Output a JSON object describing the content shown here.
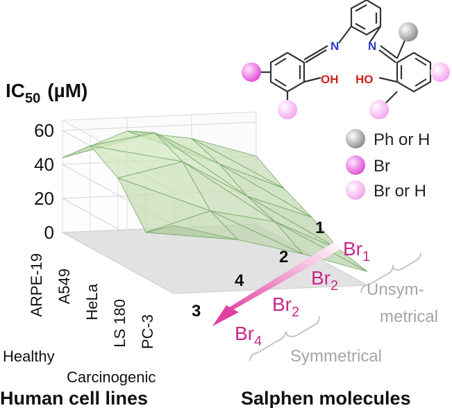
{
  "chart_data": {
    "type": "surface",
    "title": "IC50 (µM)",
    "title_main": "IC",
    "title_sub": "50",
    "title_unit": "(µM)",
    "z_ticks": [
      "0",
      "20",
      "40",
      "60"
    ],
    "zlim": [
      0,
      70
    ],
    "x_axis_label": "Human cell lines",
    "x_categories": [
      "ARPE-19",
      "A549",
      "HeLa",
      "LS 180",
      "PC-3"
    ],
    "x_groups": [
      {
        "label": "Healthy",
        "members": [
          "ARPE-19"
        ]
      },
      {
        "label": "Carcinogenic",
        "members": [
          "A549",
          "HeLa",
          "LS 180",
          "PC-3"
        ]
      }
    ],
    "y_axis_label": "Salphen molecules",
    "y_categories": [
      "1",
      "2",
      "4",
      "3"
    ],
    "y_substituents": [
      {
        "compound": "1",
        "main": "Br",
        "sub": "1"
      },
      {
        "compound": "2",
        "main": "Br",
        "sub": "2"
      },
      {
        "compound": "4",
        "main": "Br",
        "sub": "2"
      },
      {
        "compound": "3",
        "main": "Br",
        "sub": "4"
      }
    ],
    "y_groups": [
      {
        "label_lines": [
          "Unsym-",
          "metrical"
        ],
        "members": [
          "1",
          "2"
        ]
      },
      {
        "label_lines": [
          "Symmetrical"
        ],
        "members": [
          "4",
          "3"
        ]
      }
    ],
    "values": [
      [
        44,
        60,
        50,
        27,
        40
      ],
      [
        58,
        66,
        58,
        38,
        30
      ],
      [
        52,
        46,
        36,
        30,
        20
      ],
      [
        40,
        30,
        22,
        12,
        8
      ]
    ],
    "surface_color": "#9ed88f",
    "surface_edge_color": "#6fa862",
    "floor_color": "#e2e2e2"
  },
  "structure": {
    "atom_labels": {
      "N_left": "N",
      "N_right": "N",
      "OH_left": "OH",
      "OH_right": "HO"
    },
    "legend": [
      {
        "label": "Ph or H",
        "color": "#9c9c9c"
      },
      {
        "label": "Br",
        "color": "#e85fe0"
      },
      {
        "label": "Br or H",
        "color": "#f3a8ef"
      }
    ],
    "colors": {
      "N": "#2a3cc8",
      "O": "#d02020",
      "bond": "#333333"
    }
  },
  "colors": {
    "accent": "#d0308a",
    "group_label": "#a5a5a5",
    "arrow_start": "#ffffff",
    "arrow_end": "#e040a0"
  }
}
